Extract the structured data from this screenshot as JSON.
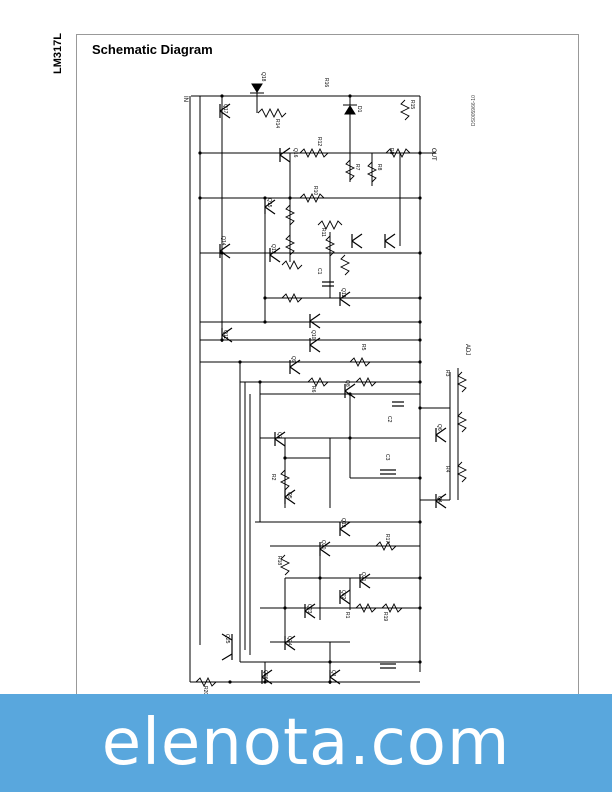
{
  "side_title": "LM317L",
  "title": "Schematic Diagram",
  "doc_id": "DS005966-10",
  "nodes": {
    "in": "IN",
    "out": "OUT",
    "adj": "ADJ"
  },
  "components": {
    "q18": "Q18",
    "d1": "D1",
    "r16": "R16",
    "r14": "R14",
    "r15": "R15",
    "r12": "R12",
    "r10": "R10",
    "r7": "R7",
    "r8": "R8",
    "r9": "R9",
    "r11": "R11",
    "q17": "Q17",
    "q16": "Q16",
    "q15": "Q15",
    "q14": "Q14",
    "q13": "Q13",
    "q12": "Q12",
    "q11": "Q11",
    "c1": "C1",
    "c2": "C2",
    "c3": "C3",
    "q10": "Q10",
    "q9": "Q9",
    "q8": "Q8",
    "q7": "Q7",
    "q6": "Q6",
    "q5": "Q5",
    "q4": "Q4",
    "q3": "Q3",
    "q2": "Q2",
    "q1": "Q1",
    "r5": "R5",
    "r6": "R6",
    "r4": "R4",
    "r3": "R3",
    "r2": "R2",
    "r1": "R1",
    "q19": "Q19",
    "q20": "Q20",
    "q21": "Q21",
    "q22": "Q22",
    "q23": "Q23",
    "q24": "Q24",
    "q25": "Q25",
    "q26": "Q26",
    "r17": "R17",
    "r18": "R18",
    "r19": "R19",
    "r20": "R20"
  },
  "watermark": "elenota.com"
}
